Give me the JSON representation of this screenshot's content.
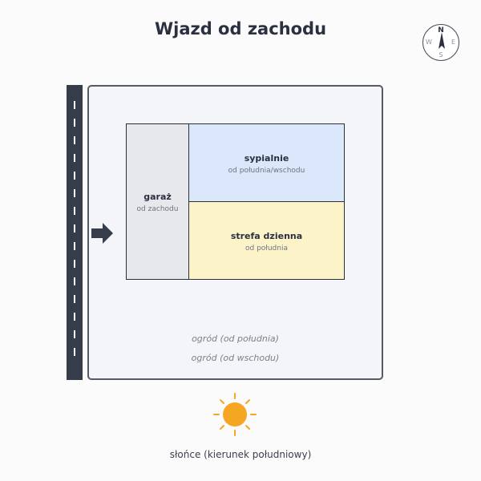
{
  "title": "Wjazd od zachodu",
  "compass": {
    "north": "N",
    "south": "S",
    "west": "W",
    "east": "E"
  },
  "rooms": {
    "garage": {
      "name": "garaż",
      "orientation": "od zachodu"
    },
    "bedrooms": {
      "name": "sypialnie",
      "orientation": "od południa/wschodu"
    },
    "day_zone": {
      "name": "strefa dzienna",
      "orientation": "od południa"
    }
  },
  "garden": {
    "south": "ogród (od południa)",
    "east": "ogród (od wschodu)"
  },
  "sun": {
    "label": "słońce (kierunek południowy)",
    "color": "#f5a623"
  },
  "colors": {
    "road": "#353c4a",
    "garage": "#e6e8ec",
    "bedrooms": "#dbe8fb",
    "day_zone": "#fdf3c8"
  }
}
